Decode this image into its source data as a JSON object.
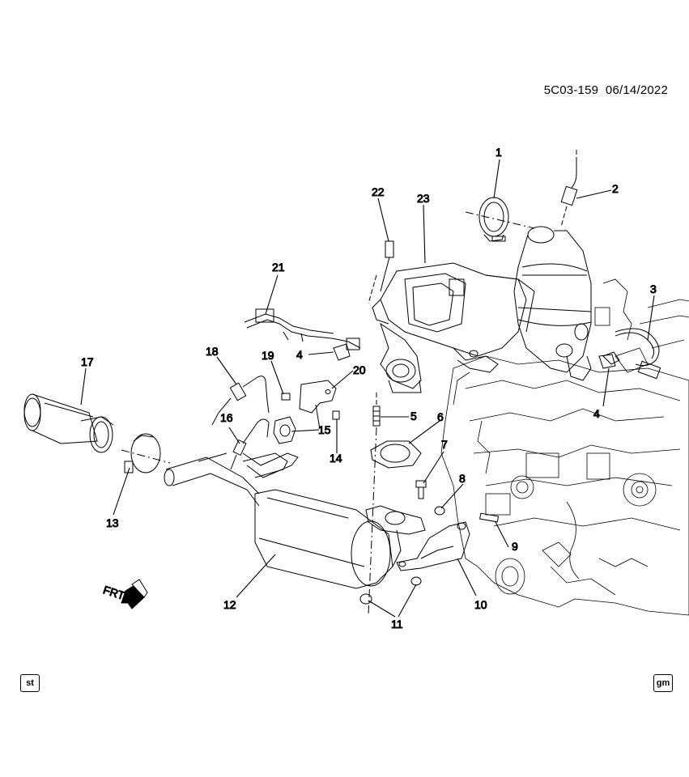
{
  "diagram": {
    "reference": "5C03-159",
    "date": "06/14/2022",
    "direction_label": "FRT",
    "footer_left_badge": "st",
    "footer_right_badge": "gm",
    "callouts": [
      "1",
      "2",
      "3",
      "4",
      "4",
      "5",
      "6",
      "7",
      "8",
      "9",
      "10",
      "11",
      "12",
      "13",
      "14",
      "15",
      "16",
      "17",
      "18",
      "19",
      "20",
      "21",
      "22",
      "23"
    ]
  }
}
